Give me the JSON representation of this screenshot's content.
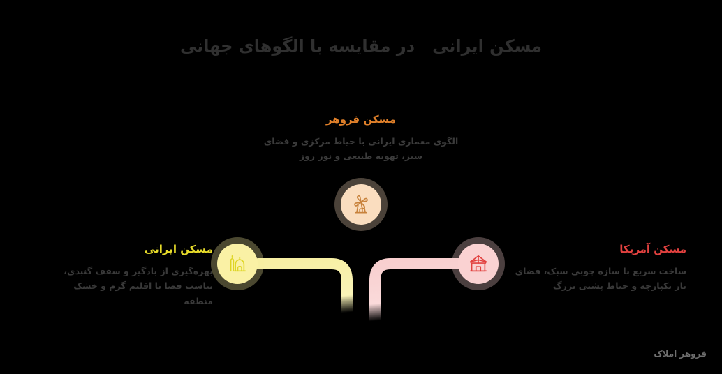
{
  "page": {
    "background_color": "#000000",
    "watermark": "فروهر املاک"
  },
  "title": {
    "accent": "مسکن ایرانی",
    "main": "در مقایسه با الگوهای جهانی"
  },
  "branches": {
    "center": {
      "heading": "مسکن فروهر",
      "body": "الگوی معماری ایرانی با حیاط مرکزی و فضای سبز، تهویه طبیعی و نور روز",
      "icon": "windmill-icon",
      "color": "#e0802a",
      "circle_color": "#fbdfc0"
    },
    "left": {
      "heading": "مسکن ایرانی",
      "body": "بهره‌گیری از بادگیر و سقف گنبدی، تناسب فضا با اقلیم گرم و خشک منطقه",
      "icon": "mosque-icon",
      "color": "#e8dc2a",
      "circle_color": "#fbf3a8"
    },
    "right": {
      "heading": "مسکن آمریکا",
      "body": "ساخت سریع با سازه چوبی سبک، فضای باز یکپارچه و حیاط پشتی بزرگ",
      "icon": "pavilion-icon",
      "color": "#e2413f",
      "circle_color": "#fbd3d3"
    }
  },
  "connectors": [
    {
      "name": "center-pipe",
      "color": "#f6d9b6"
    },
    {
      "name": "left-pipe",
      "color": "#f7efa4"
    },
    {
      "name": "right-pipe",
      "color": "#f8cfcf"
    }
  ]
}
